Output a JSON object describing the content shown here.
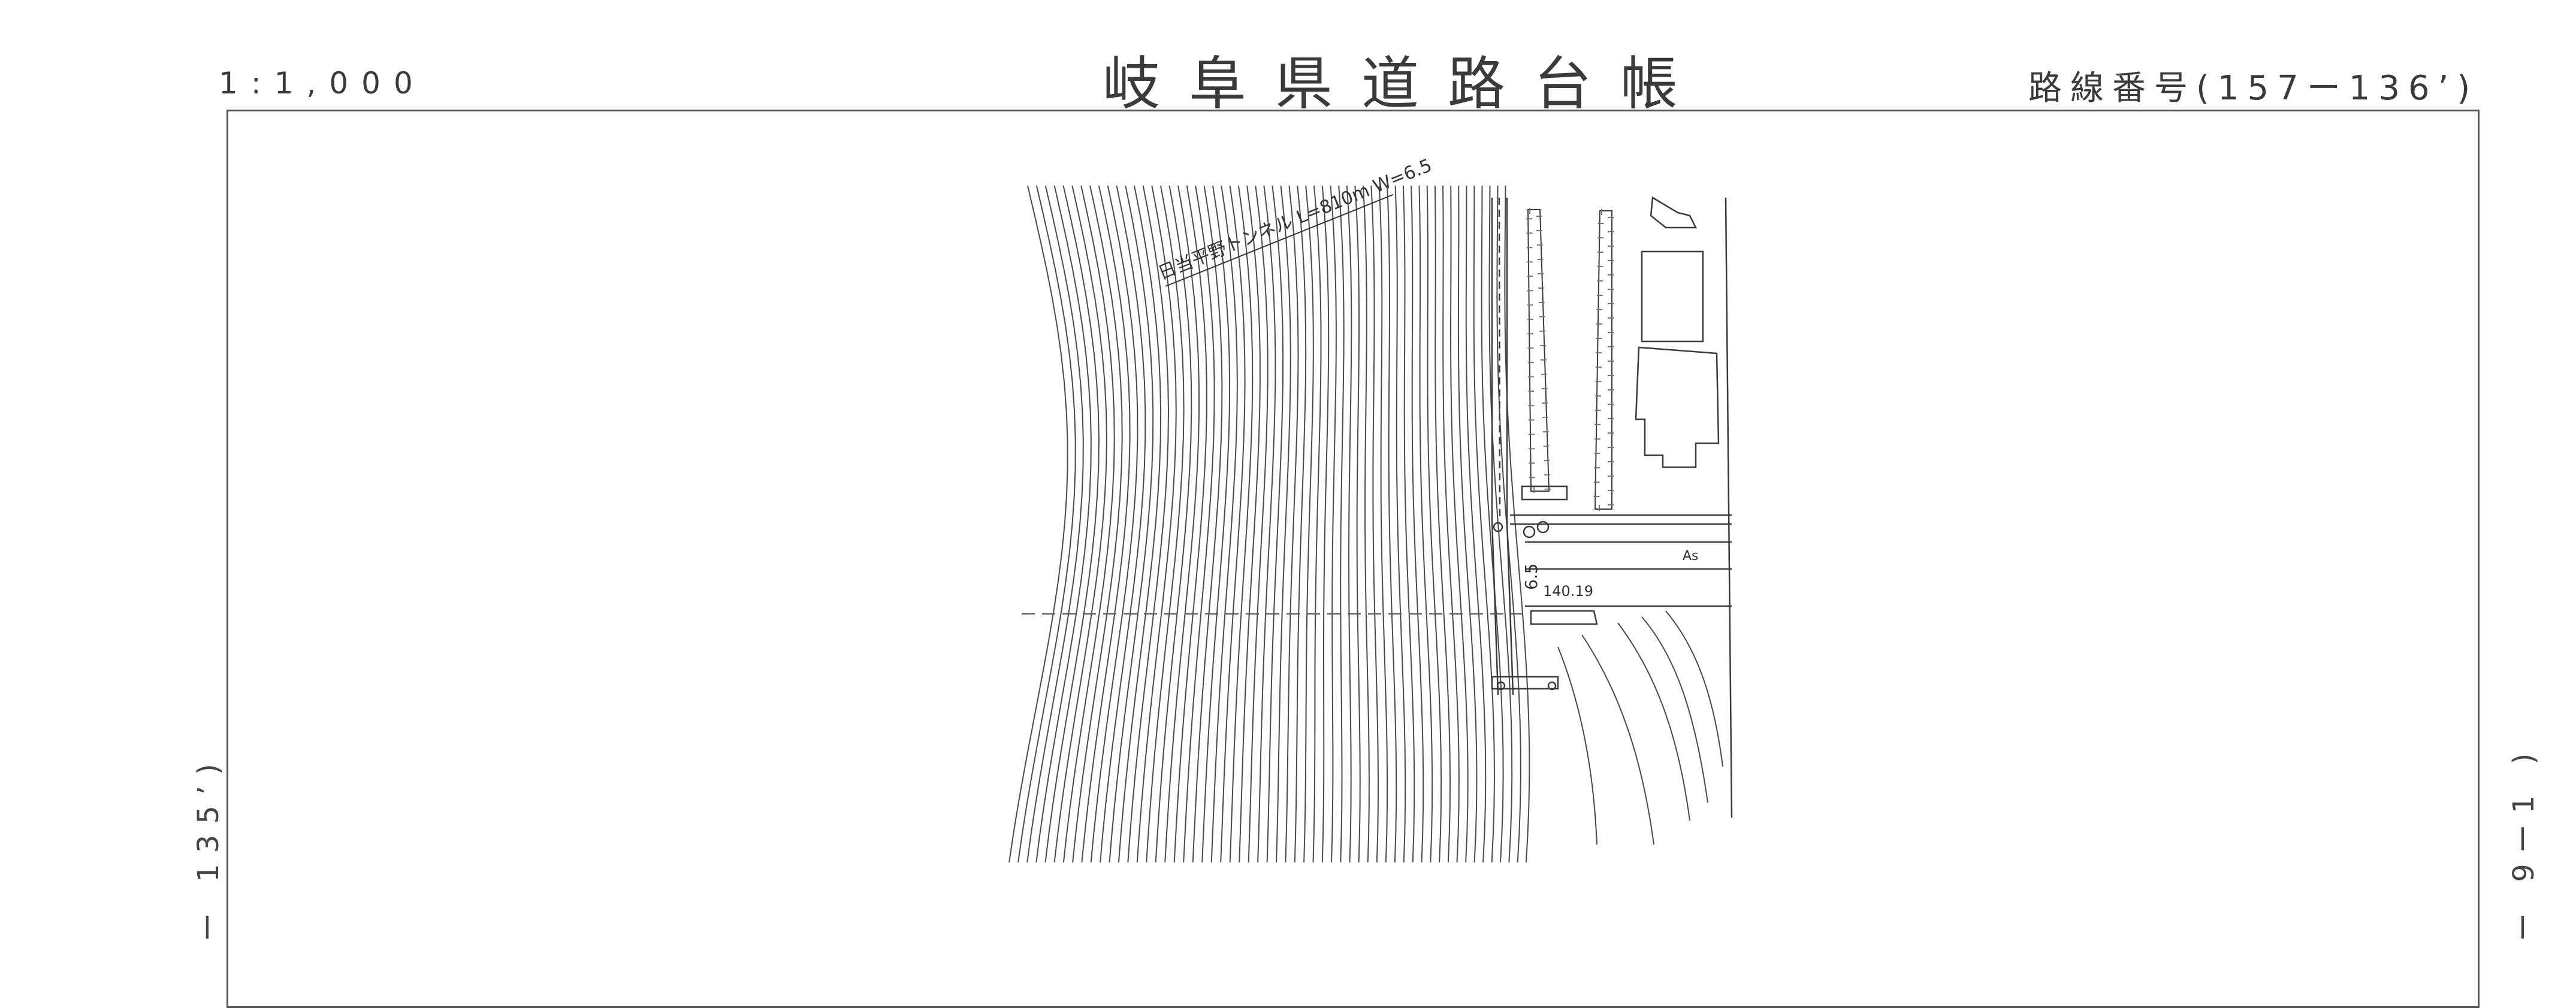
{
  "header": {
    "scale": "1:1,000",
    "title": "岐阜県道路台帳",
    "route_number": "路線番号(157ー136’)"
  },
  "margins": {
    "left_page_ref": "ー 135’)",
    "right_page_ref": "ー 9ー1 )"
  },
  "map": {
    "tunnel_label": "日当平野トンネル L=810m W=6.5",
    "road_width_label": "6.5",
    "elevation_label": "140.19",
    "surface_label": "As"
  },
  "colors": {
    "ink": "#333333",
    "frame": "#555555",
    "background": "#ffffff"
  }
}
